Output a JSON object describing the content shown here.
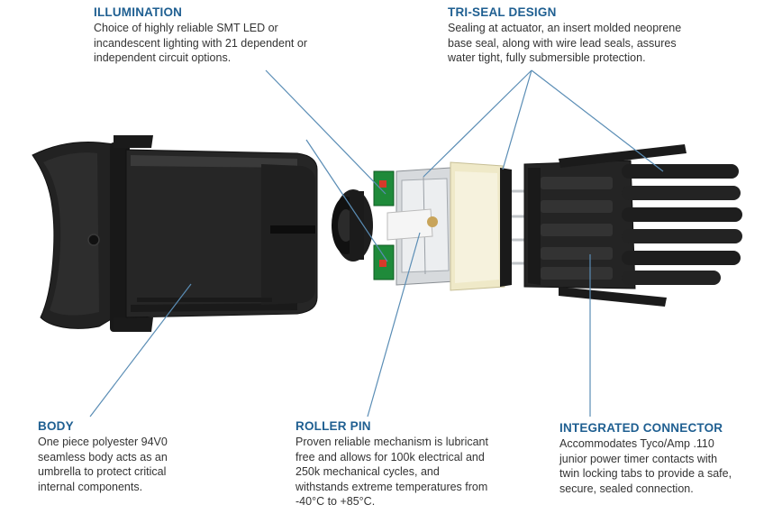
{
  "callouts": {
    "illumination": {
      "title": "ILLUMINATION",
      "text": "Choice of highly reliable SMT LED or incandescent lighting with 21 dependent or independent circuit options."
    },
    "triseal": {
      "title": "TRI-SEAL DESIGN",
      "text": "Sealing at actuator, an insert molded neoprene base seal, along with wire lead seals, assures water tight, fully submersible protection."
    },
    "body": {
      "title": "BODY",
      "text": "One piece polyester 94V0 seamless body acts as an umbrella to protect critical internal components."
    },
    "roller_pin": {
      "title": "ROLLER PIN",
      "text": "Proven reliable mechanism is lubricant free and allows for 100k electrical and 250k mechanical cycles, and withstands extreme temperatures from -40°C to +85°C."
    },
    "connector": {
      "title": "INTEGRATED CONNECTOR",
      "text": "Accommodates Tyco/Amp .110 junior power timer contacts with twin locking tabs to provide a safe, secure, sealed connection."
    }
  },
  "colors": {
    "heading": "#1f5f91",
    "body_text": "#333333",
    "leader_line": "#5a8db5",
    "housing": "#1c1c1c",
    "pcb": "#1f8a3a",
    "seal": "#efe9c8"
  }
}
